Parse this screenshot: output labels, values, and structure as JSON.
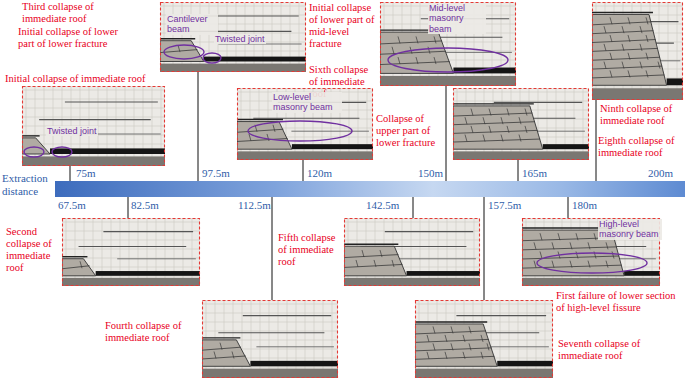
{
  "diagram": {
    "labels": [
      "Third collapse of immediate roof",
      "Initial collapse of lower part of lower fracture",
      "Cantilever beam",
      "Twisted joint",
      "Initial collapse of lower part of mid-level fracture",
      "Sixth collapse of immediate roof",
      "Mid-level masonry beam",
      "Ninth collapse of immediate roof",
      "Initial collapse of immediate roof",
      "Twisted joint",
      "Low-level masonry beam",
      "Collapse of upper part of lower fracture",
      "Eighth collapse of immediate roof",
      "Extraction distance",
      "75m",
      "97.5m",
      "120m",
      "150m",
      "165m",
      "200m",
      "67.5m",
      "82.5m",
      "112.5m",
      "142.5m",
      "157.5m",
      "180m",
      "Second collapse of immediate roof",
      "Fourth collapse of immediate roof",
      "Fifth collapse of immediate roof",
      "High-level masonry beam",
      "First failure of lower section of high-level fissure",
      "Seventh collapse of immediate roof"
    ]
  }
}
